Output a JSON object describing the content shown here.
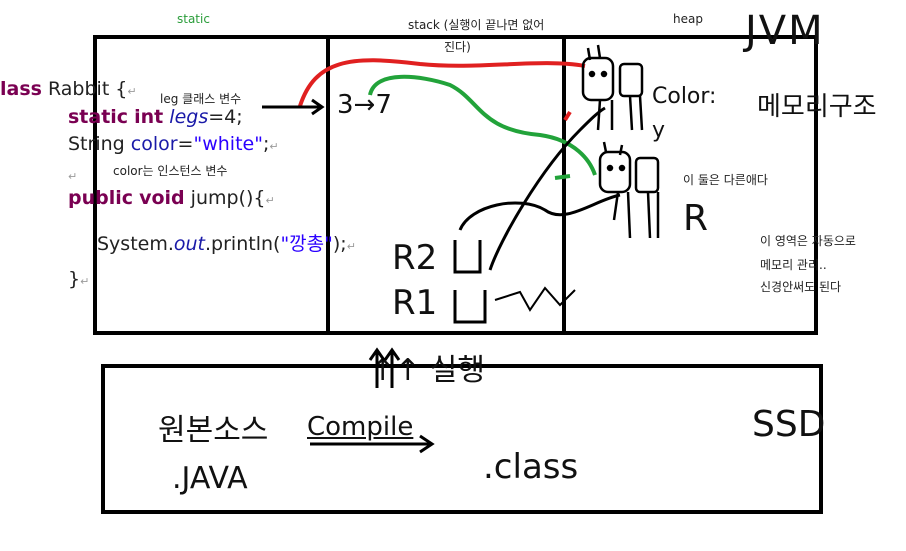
{
  "labels": {
    "static": "static",
    "stack_line1": "stack (실행이 끝나면 없어",
    "stack_line2": "진다)",
    "heap": "heap",
    "jvm": "JVM",
    "memory_structure": "메모리구조",
    "leg_note": "leg 클래스 변수",
    "color_note": "color는 인스턴스 변수",
    "different_note": "이 둘은 다른애다",
    "auto_line1": "이 영역은 자동으로",
    "auto_line2": "메모리 관리..",
    "auto_line3": "신경안써도 된다",
    "color_y": "Color: y",
    "r_label": "R",
    "stack_3": "3→7",
    "r2": "R2",
    "r1": "R1",
    "run": "↑↑ 실행",
    "source": "원본소스",
    "java": ".JAVA",
    "compile": "Compile",
    "class_ext": ".class",
    "ssd": "SSD"
  },
  "code": {
    "line1_kw": "lass",
    "line1_rest": " Rabbit {",
    "line2_kw1": "static",
    "line2_kw2": "int",
    "line2_field": "legs",
    "line2_rest": "=4;",
    "line3_type": "String ",
    "line3_field": "color",
    "line3_eq": "=",
    "line3_str": "\"white\"",
    "line3_end": ";",
    "line4_kw1": "public",
    "line4_kw2": "void",
    "line4_rest": " jump(){",
    "line5_a": "System.",
    "line5_out": "out",
    "line5_b": ".println(",
    "line5_str": "\"깡총\"",
    "line5_c": ");",
    "line6": "}",
    "return_mark": "↵"
  },
  "colors": {
    "red": "#e02020",
    "green": "#22a33a",
    "black": "#000000",
    "keyword": "#7a0052",
    "field": "#1a1aa8"
  }
}
